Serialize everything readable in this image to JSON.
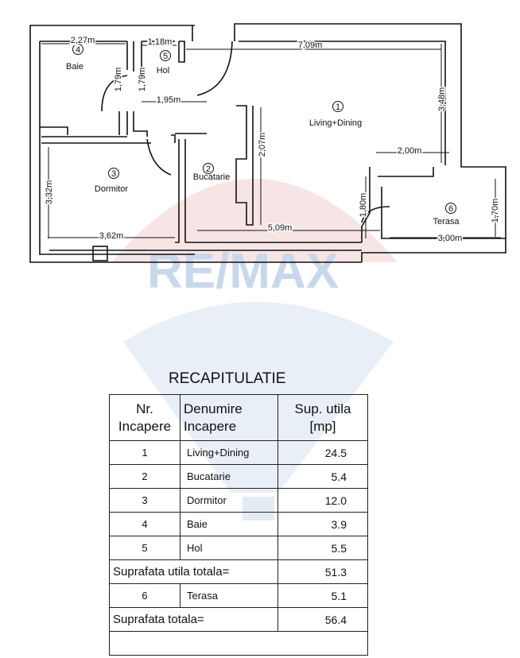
{
  "plan": {
    "rooms": [
      {
        "nr": "1",
        "name": "Living+Dining"
      },
      {
        "nr": "2",
        "name": "Bucatarie"
      },
      {
        "nr": "3",
        "name": "Dormitor"
      },
      {
        "nr": "4",
        "name": "Baie"
      },
      {
        "nr": "5",
        "name": "Hol"
      },
      {
        "nr": "6",
        "name": "Terasa"
      }
    ],
    "dimensions": {
      "baie_width": "2,27m",
      "hol_width": "1,18m",
      "living_width": "7,09m",
      "baie_height": "1,79m",
      "hol_height": "1,79m",
      "hol_lower": "1,95m",
      "living_height": "3,48m",
      "bar_length": "2,07m",
      "terasa_opening": "2,00m",
      "dormitor_height": "3,32m",
      "dormitor_width": "3,62m",
      "kitchen_width": "5,09m",
      "door_height": "1,80m",
      "terasa_height": "1,70m",
      "terasa_width": "3,00m"
    }
  },
  "watermark": {
    "brand": "RE/MAX",
    "red": "#e8b4b4",
    "blue": "#b9cde6"
  },
  "summary": {
    "title": "RECAPITULATIE",
    "headers": [
      "Nr.\nIncapere",
      "Denumire\nIncapere",
      "Sup. utila\n[mp]"
    ],
    "rows": [
      {
        "nr": "1",
        "name": "Living+Dining",
        "area": "24.5"
      },
      {
        "nr": "2",
        "name": "Bucatarie",
        "area": "5.4"
      },
      {
        "nr": "3",
        "name": "Dormitor",
        "area": "12.0"
      },
      {
        "nr": "4",
        "name": "Baie",
        "area": "3.9"
      },
      {
        "nr": "5",
        "name": "Hol",
        "area": "5.5"
      }
    ],
    "subtotal_label": "Suprafata utila totala=",
    "subtotal_value": "51.3",
    "terrace": {
      "nr": "6",
      "name": "Terasa",
      "area": "5.1"
    },
    "total_label": "Suprafata totala=",
    "total_value": "56.4"
  }
}
